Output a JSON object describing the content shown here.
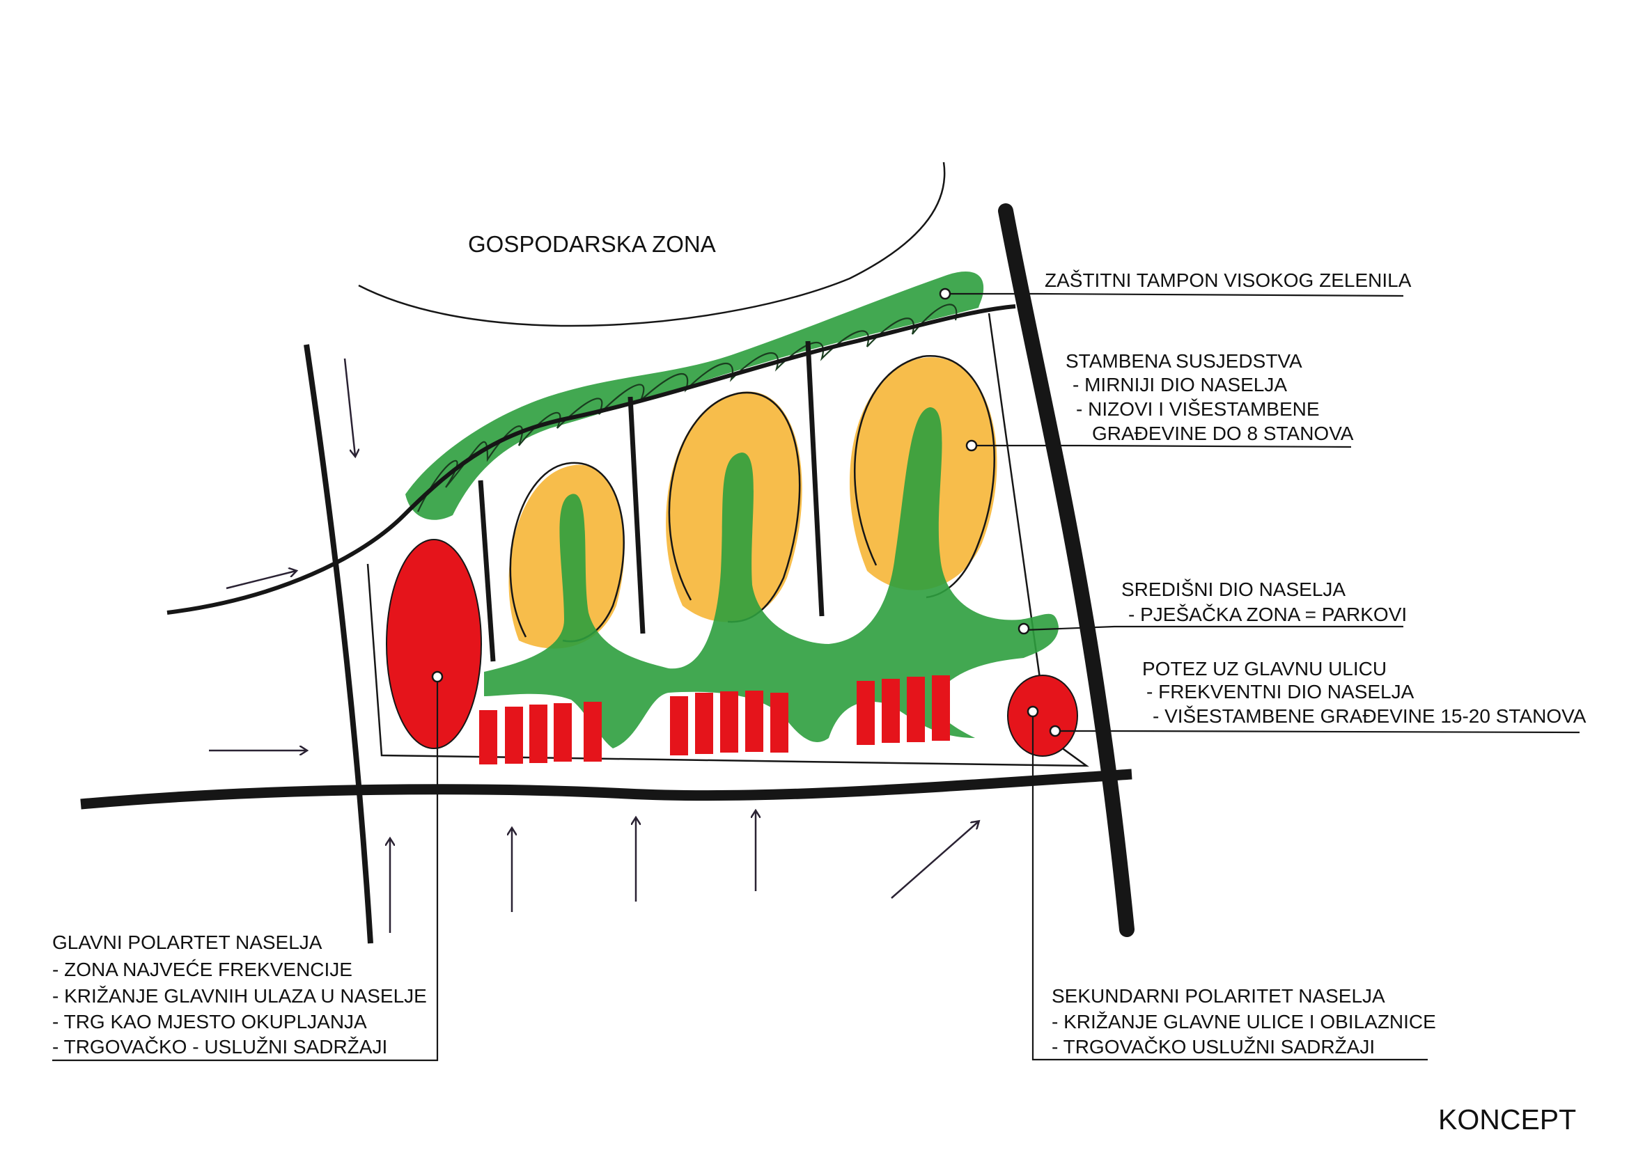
{
  "title": "KONCEPT",
  "zones": {
    "economic": "GOSPODARSKA ZONA"
  },
  "labels": {
    "buffer": {
      "lines": [
        "ZAŠTITNI TAMPON VISOKOG ZELENILA"
      ]
    },
    "residential": {
      "lines": [
        "STAMBENA SUSJEDSTVA",
        "- MIRNIJI DIO NASELJA",
        "- NIZOVI I VIŠESTAMBENE",
        "GRAĐEVINE DO 8 STANOVA"
      ]
    },
    "central": {
      "lines": [
        "SREDIŠNI DIO NASELJA",
        "- PJEŠAČKA ZONA = PARKOVI"
      ]
    },
    "main_street": {
      "lines": [
        "POTEZ UZ GLAVNU ULICU",
        "- FREKVENTNI DIO NASELJA",
        "- VIŠESTAMBENE GRAĐEVINE 15-20 STANOVA"
      ]
    },
    "main_polarity": {
      "lines": [
        "GLAVNI POLARTET NASELJA",
        "- ZONA NAJVEĆE FREKVENCIJE",
        "- KRIŽANJE GLAVNIH ULAZA U NASELJE",
        "- TRG KAO MJESTO OKUPLJANJA",
        "- TRGOVAČKO - USLUŽNI SADRŽAJI"
      ]
    },
    "secondary_polarity": {
      "lines": [
        "SEKUNDARNI POLARITET NASELJA",
        "- KRIŽANJE GLAVNE ULICE I OBILAZNICE",
        "- TRGOVAČKO USLUŽNI SADRŽAJI"
      ]
    }
  },
  "colors": {
    "green": "#2e9e3e",
    "green_dark": "#1f7a2c",
    "yellow": "#f6b73c",
    "red": "#e5141b",
    "ink": "#161616"
  }
}
